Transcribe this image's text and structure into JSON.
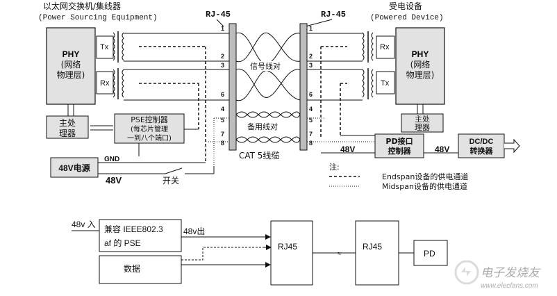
{
  "pse_header": "以太网交换机/集线器",
  "pse_header_en": "(Power Sourcing Equipment)",
  "pd_header": "受电设备",
  "pd_header_en": "(Powered Device)",
  "rj45_left": "RJ-45",
  "rj45_right": "RJ-45",
  "phy_left": [
    "PHY",
    "(网络",
    "物理层)"
  ],
  "phy_right": [
    "PHY",
    "(网络",
    "物理层)"
  ],
  "tx_left": "Tx",
  "rx_left": "Rx",
  "rx_right": "Rx",
  "tx_right": "Tx",
  "pins_left": [
    "1",
    "2",
    "3",
    "6",
    "4",
    "5",
    "7",
    "8"
  ],
  "pins_right": [
    "1",
    "2",
    "3",
    "6",
    "4",
    "5",
    "7",
    "8"
  ],
  "signal_pair": "信号线对",
  "spare_pair": "备用线对",
  "cable": "CAT 5线缆",
  "main_processor_left": [
    "主处",
    "理器"
  ],
  "pse_controller": [
    "PSE控制器",
    "(每芯片管理",
    "一到八个端口)"
  ],
  "power_48v": "48V电源",
  "gnd": "GND",
  "v48_left": "48V",
  "switch": "开关",
  "v48_mid": "48V",
  "v48_right": "48V",
  "main_processor_right": [
    "主处",
    "理器"
  ],
  "pd_controller": [
    "PD接口",
    "控制器"
  ],
  "dcdc": [
    "DC/DC",
    "转换器"
  ],
  "legend_title": "注:",
  "legend_endspan": "Endspan设备的供电通道",
  "legend_midspan": "Midspan设备的供电通道",
  "b_input": "48v 入",
  "b_pse": [
    "兼容 IEEE802.3",
    "af 的 PSE"
  ],
  "b_output": "48v出",
  "b_data": "数据",
  "b_rj45_1": "RJ45",
  "b_rj45_2": "RJ45",
  "b_pd": "PD",
  "watermark": "电子发烧友",
  "watermark_url": "www.elecfans.com"
}
